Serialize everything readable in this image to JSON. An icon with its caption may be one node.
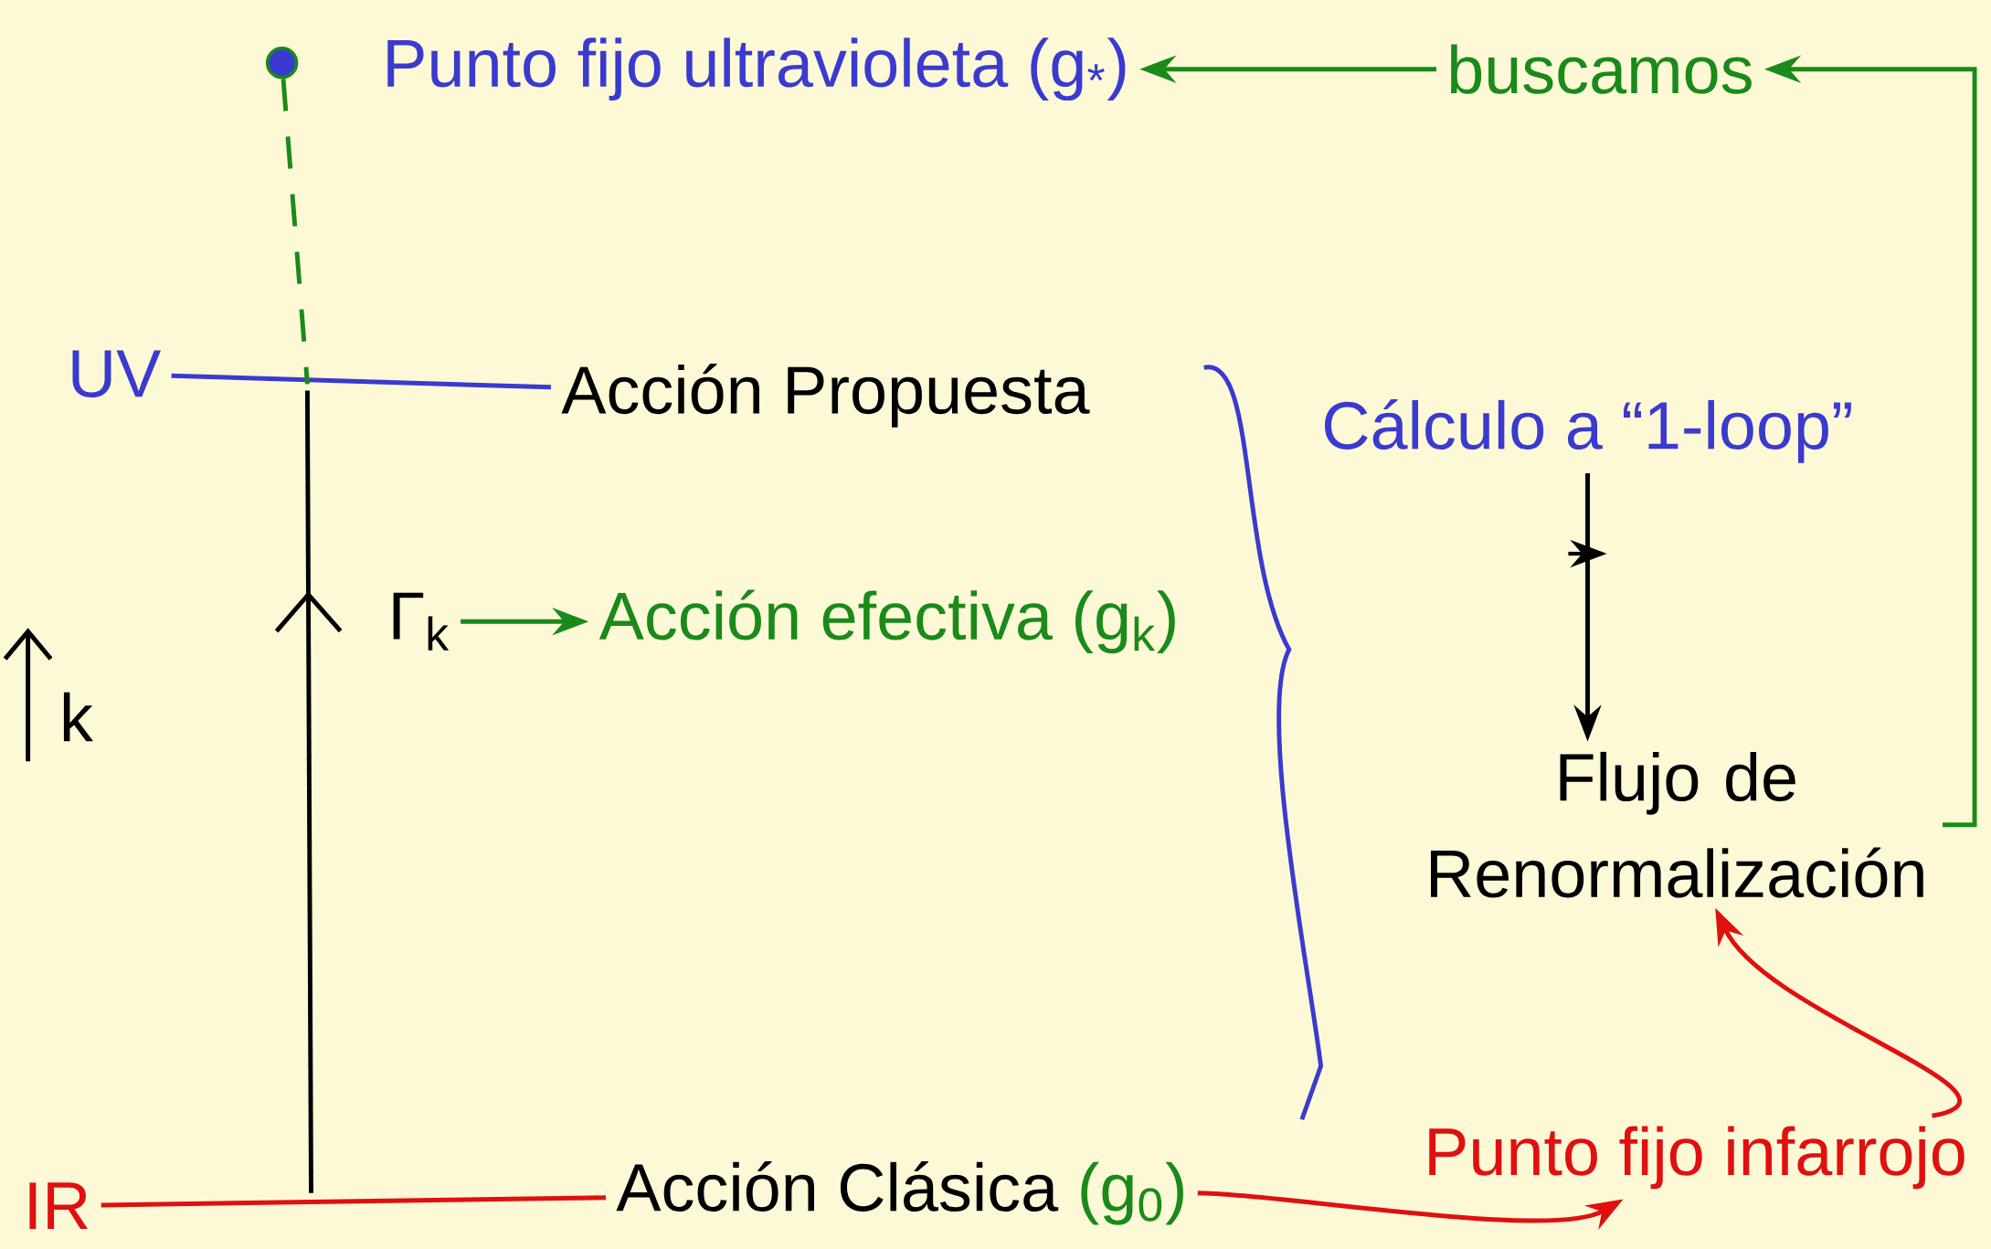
{
  "diagram": {
    "nodes": [
      {
        "text": [],
        "shape": "circle"
      },
      {
        "text": [
          "Punto fijo ultravioleta (g$_{*}$)"
        ]
      },
      {
        "text": [
          "buscamos"
        ]
      },
      {
        "text": [
          "UV"
        ]
      },
      {
        "text": [
          "Acción Propuesta"
        ]
      },
      {
        "text": [
          "Γ$_{k}$"
        ]
      },
      {
        "text": [
          "Acción efectiva (g$_{k}$)"
        ]
      },
      {
        "text": [
          "IR"
        ]
      },
      {
        "text": [
          "Acción Clásica",
          "(g$_{0}$)"
        ]
      },
      {
        "text": [
          "Cálculo a “1-loop”"
        ]
      },
      {
        "text": [
          "Flujo de Renormalización"
        ]
      },
      {
        "text": [
          "Punto fijo infarrojo"
        ]
      }
    ],
    "edges": [
      {
        "from": 2,
        "to": 1,
        "arrow": "to",
        "color": "#1a8a1a"
      },
      {
        "from": 10,
        "to": 2,
        "arrow": "to",
        "color": "#1a8a1a"
      },
      {
        "from": 5,
        "to": 6,
        "arrow": "to",
        "color": "#1a8a1a"
      },
      {
        "from": 9,
        "to": 10,
        "arrow": "to",
        "color": "#000000"
      },
      {
        "from": 8,
        "to": 11,
        "arrow": "to",
        "color": "#e01010"
      },
      {
        "from": 11,
        "to": 10,
        "arrow": "to",
        "color": "#e01010"
      },
      {
        "from": 3,
        "to": 4,
        "arrow": "none",
        "color": "#3a3ad0"
      },
      {
        "from": 7,
        "to": 8,
        "arrow": "none",
        "color": "#e01010"
      },
      {
        "from": 0,
        "to": null,
        "arrow": "none",
        "style": "dashed",
        "color": "#1a8a1a"
      }
    ],
    "labels": [
      "k"
    ]
  }
}
